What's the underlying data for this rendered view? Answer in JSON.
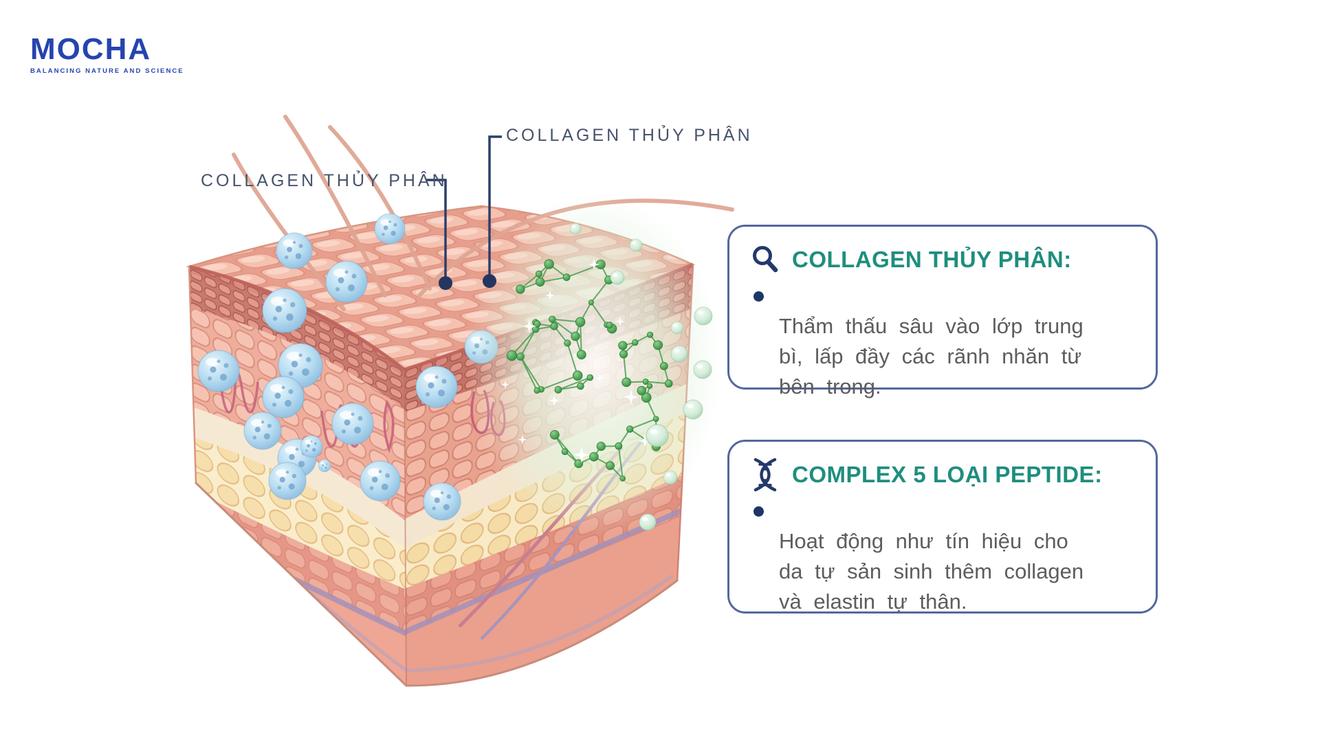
{
  "logo": {
    "name": "MOCHA",
    "tagline": "BALANCING NATURE AND SCIENCE"
  },
  "diagram": {
    "label_left": "COLLAGEN THỦY PHÂN",
    "label_top": "COLLAGEN THỦY PHÂN"
  },
  "boxes": [
    {
      "icon": "magnifier",
      "title": "COLLAGEN THỦY PHÂN:",
      "body_lines": [
        "Thẩm thấu sâu vào lớp trung",
        "bì, lấp đầy các rãnh nhăn từ",
        "bên trong."
      ]
    },
    {
      "icon": "dna",
      "title": "COMPLEX 5 LOẠI PEPTIDE:",
      "body_lines": [
        "Hoạt động như tín hiệu cho",
        "da tự sản sinh thêm collagen",
        "và elastin tự thân."
      ]
    }
  ],
  "colors": {
    "logo_blue": "#2644AF",
    "title_teal": "#1F8E7E",
    "icon_navy": "#24396B",
    "box_border": "#55679B",
    "body_gray": "#5D5D5D",
    "label_slate": "#47536B",
    "skin_pink": "#F5C2B0",
    "molecule_green": "#3F9D44",
    "droplet_blue": "#A9D2EC"
  }
}
